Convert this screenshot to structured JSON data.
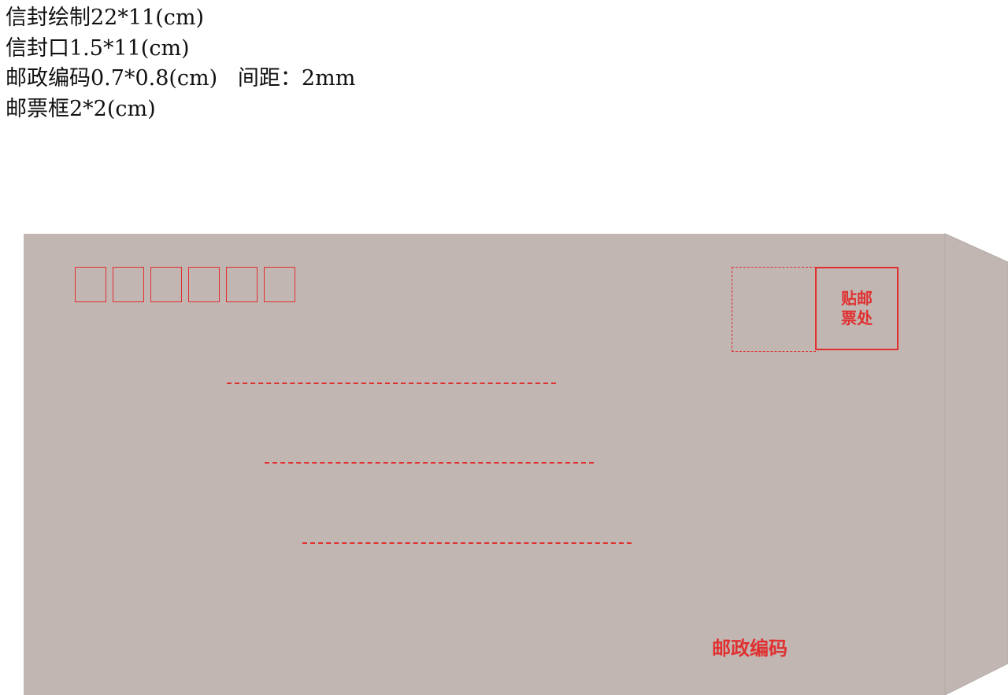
{
  "notes": [
    "信封绘制22*11(cm)",
    "信封口1.5*11(cm)",
    "邮政编码0.7*0.8(cm)   间距：2mm",
    "邮票框2*2(cm)"
  ],
  "envelope": {
    "color": "#c1b6b2",
    "accent": "#e03030",
    "postcode_box_count": 6,
    "stamp_label": "贴邮票处",
    "postcode_label": "邮政编码"
  }
}
